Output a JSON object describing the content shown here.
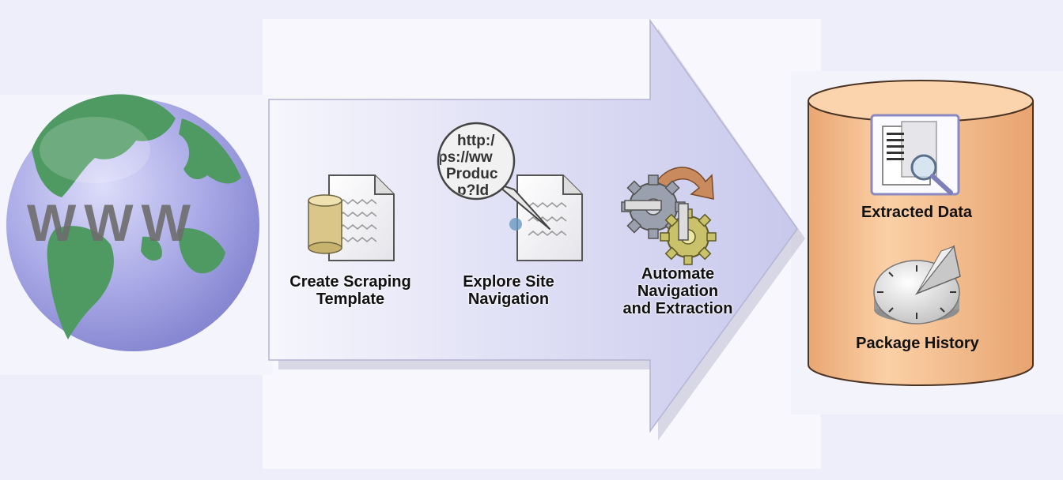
{
  "globe": {
    "label": "WWW"
  },
  "steps": [
    {
      "line1": "Create Scraping",
      "line2": "Template"
    },
    {
      "line1": "Explore Site",
      "line2": "Navigation"
    },
    {
      "line1": "Automate",
      "line2": "Navigation",
      "line3": "and Extraction"
    }
  ],
  "url_bubble": {
    "lines": [
      "http:/",
      "ps://ww",
      "Produc",
      "p?Id"
    ]
  },
  "storage": {
    "item1": "Extracted Data",
    "item2": "Package History"
  },
  "colors": {
    "background": "#eeeefa",
    "arrow": "#d8d8f2",
    "globe_ocean": "#a9a9e6",
    "globe_land": "#4f9a63",
    "cylinder": "#f2ba88"
  }
}
